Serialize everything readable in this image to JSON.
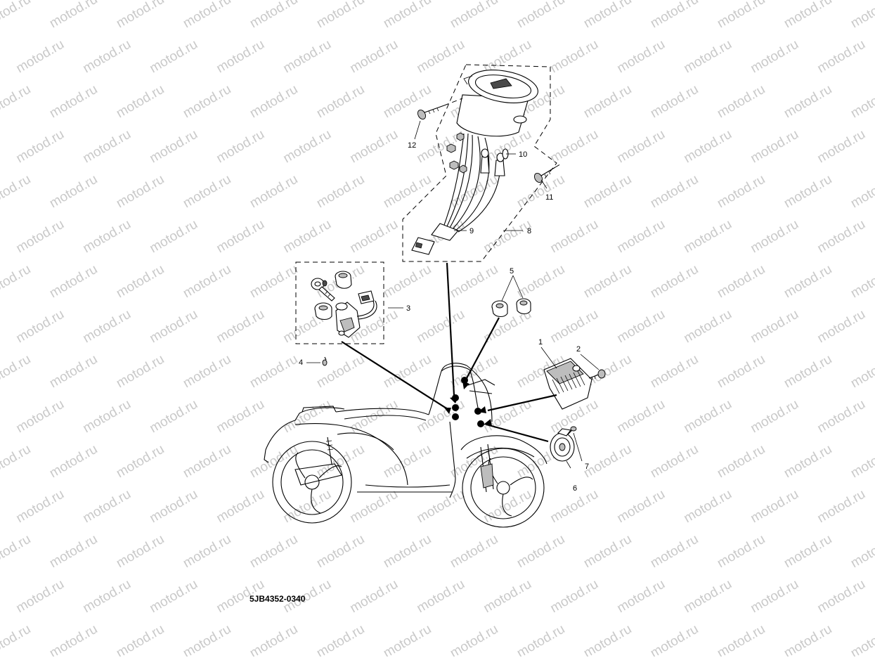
{
  "watermark": {
    "text": "motod.ru",
    "color": "#c9c9c9"
  },
  "diagram": {
    "code": "5JB4352-0340",
    "callouts": [
      {
        "id": "1",
        "part": "regulator"
      },
      {
        "id": "2",
        "part": "bolt"
      },
      {
        "id": "3",
        "part": "main-switch-kit"
      },
      {
        "id": "4",
        "part": "screw"
      },
      {
        "id": "5",
        "part": "relay-pair"
      },
      {
        "id": "6",
        "part": "horn"
      },
      {
        "id": "7",
        "part": "horn-bolt"
      },
      {
        "id": "8",
        "part": "meter-assembly"
      },
      {
        "id": "9",
        "part": "meter-harness"
      },
      {
        "id": "10",
        "part": "meter-bulb"
      },
      {
        "id": "11",
        "part": "screw"
      },
      {
        "id": "12",
        "part": "screw"
      }
    ]
  }
}
